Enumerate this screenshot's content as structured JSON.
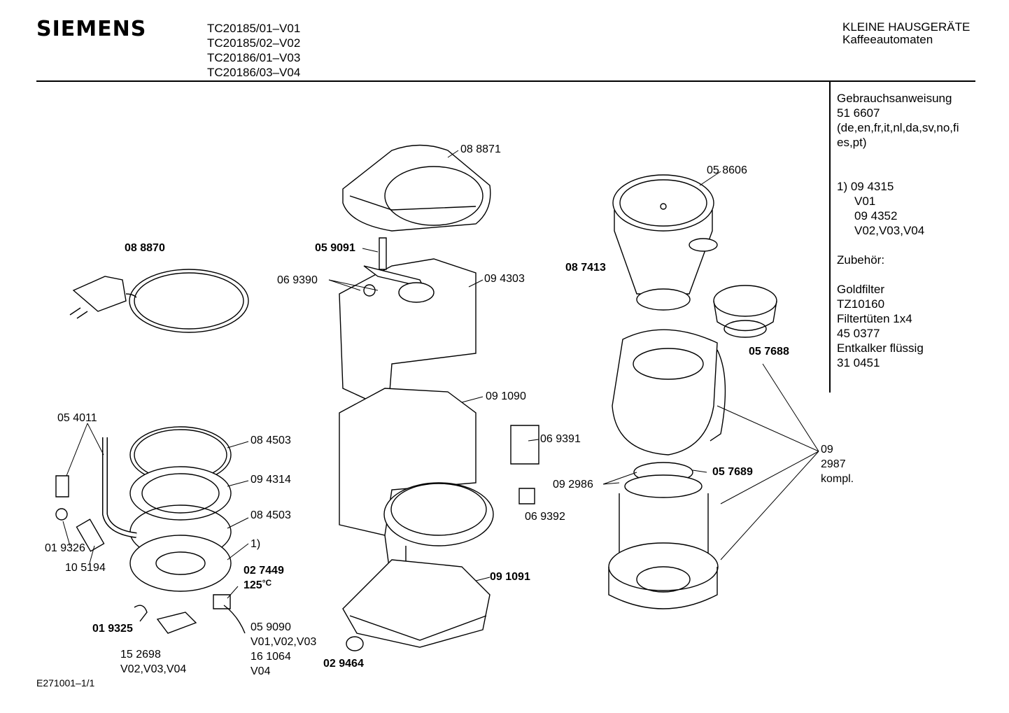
{
  "header": {
    "brand": "SIEMENS",
    "models": [
      "TC20185/01–V01",
      "TC20185/02–V02",
      "TC20186/01–V03",
      "TC20186/03–V04"
    ],
    "category_line1": "KLEINE HAUSGERÄTE",
    "category_line2": "Kaffeeautomaten"
  },
  "notes": {
    "manual_title": "Gebrauchsanweisung",
    "manual_number": "51 6607",
    "manual_langs_1": "(de,en,fr,it,nl,da,sv,no,fi",
    "manual_langs_2": "es,pt)",
    "note1_line1": "1)  09 4315",
    "note1_line2": "V01",
    "note1_line3": "09 4352",
    "note1_line4": "V02,V03,V04",
    "accessories_title": "Zubehör:",
    "acc_line1": "Goldfilter",
    "acc_line2": "TZ10160",
    "acc_line3": "Filtertüten 1x4",
    "acc_line4": "45 0377",
    "acc_line5": "Entkalker flüssig",
    "acc_line6": "31 0451"
  },
  "parts": {
    "p088871": "08 8871",
    "p088870": "08 8870",
    "p059091": "05 9091",
    "p069390": "06 9390",
    "p094303": "09 4303",
    "p058606": "05 8606",
    "p087413": "08 7413",
    "p057688": "05 7688",
    "p091090": "09 1090",
    "p069391": "06 9391",
    "p092986": "09 2986",
    "p057689": "05 7689",
    "p069392": "06 9392",
    "p054011": "05 4011",
    "p084503a": "08 4503",
    "p094314": "09 4314",
    "p084503b": "08 4503",
    "p_note1": "1)",
    "p019326": "01 9326",
    "p105194": "10 5194",
    "p027449": "02 7449",
    "p125c": "125",
    "p125c_unit": "°C",
    "p091091": "09 1091",
    "p019325": "01 9325",
    "p059090": "05 9090",
    "p059090_var": "V01,V02,V03",
    "p161064": "16 1064",
    "p161064_var": "V04",
    "p152698": "15 2698",
    "p152698_var": "V02,V03,V04",
    "p029464": "02 9464",
    "kit_1": "09",
    "kit_2": "2987",
    "kit_3": "kompl."
  },
  "footer": {
    "code": "E271001–1/1"
  }
}
